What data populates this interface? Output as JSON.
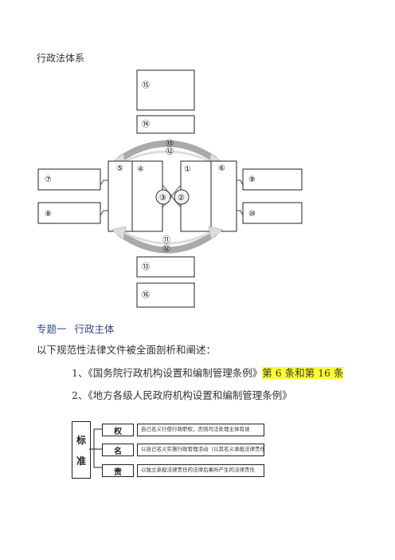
{
  "page_title": "行政法体系",
  "diagram": {
    "markers": [
      "⑮",
      "⑭",
      "⑬",
      "⑫",
      "⑤",
      "④",
      "①",
      "⑥",
      "③",
      "②",
      "⑦",
      "⑧",
      "⑨",
      "⑩",
      "⑪",
      "⑫",
      "⑬",
      "⑯"
    ]
  },
  "section": {
    "title": "专题一",
    "subtitle": "行政主体",
    "intro": "以下规范性法律文件被全面剖析和阐述：",
    "items": [
      {
        "text": "1、《国务院行政机构设置和编制管理条例》",
        "highlight": "第 6 条和第 16 条"
      },
      {
        "text": "2、《地方各级人民政府机构设置和编制管理条例》"
      }
    ]
  },
  "standards": {
    "label_chars": [
      "标",
      "准"
    ],
    "rows": [
      {
        "label": "权",
        "text": "自己名义行使行政职权，否则司法处理主体有误"
      },
      {
        "label": "名",
        "text": "以自己名义实施行政管理活动（以其名义承担法律责任）"
      },
      {
        "label": "责",
        "text": "以独立承担法律责任的法律后果所产生的法律责任"
      }
    ]
  }
}
